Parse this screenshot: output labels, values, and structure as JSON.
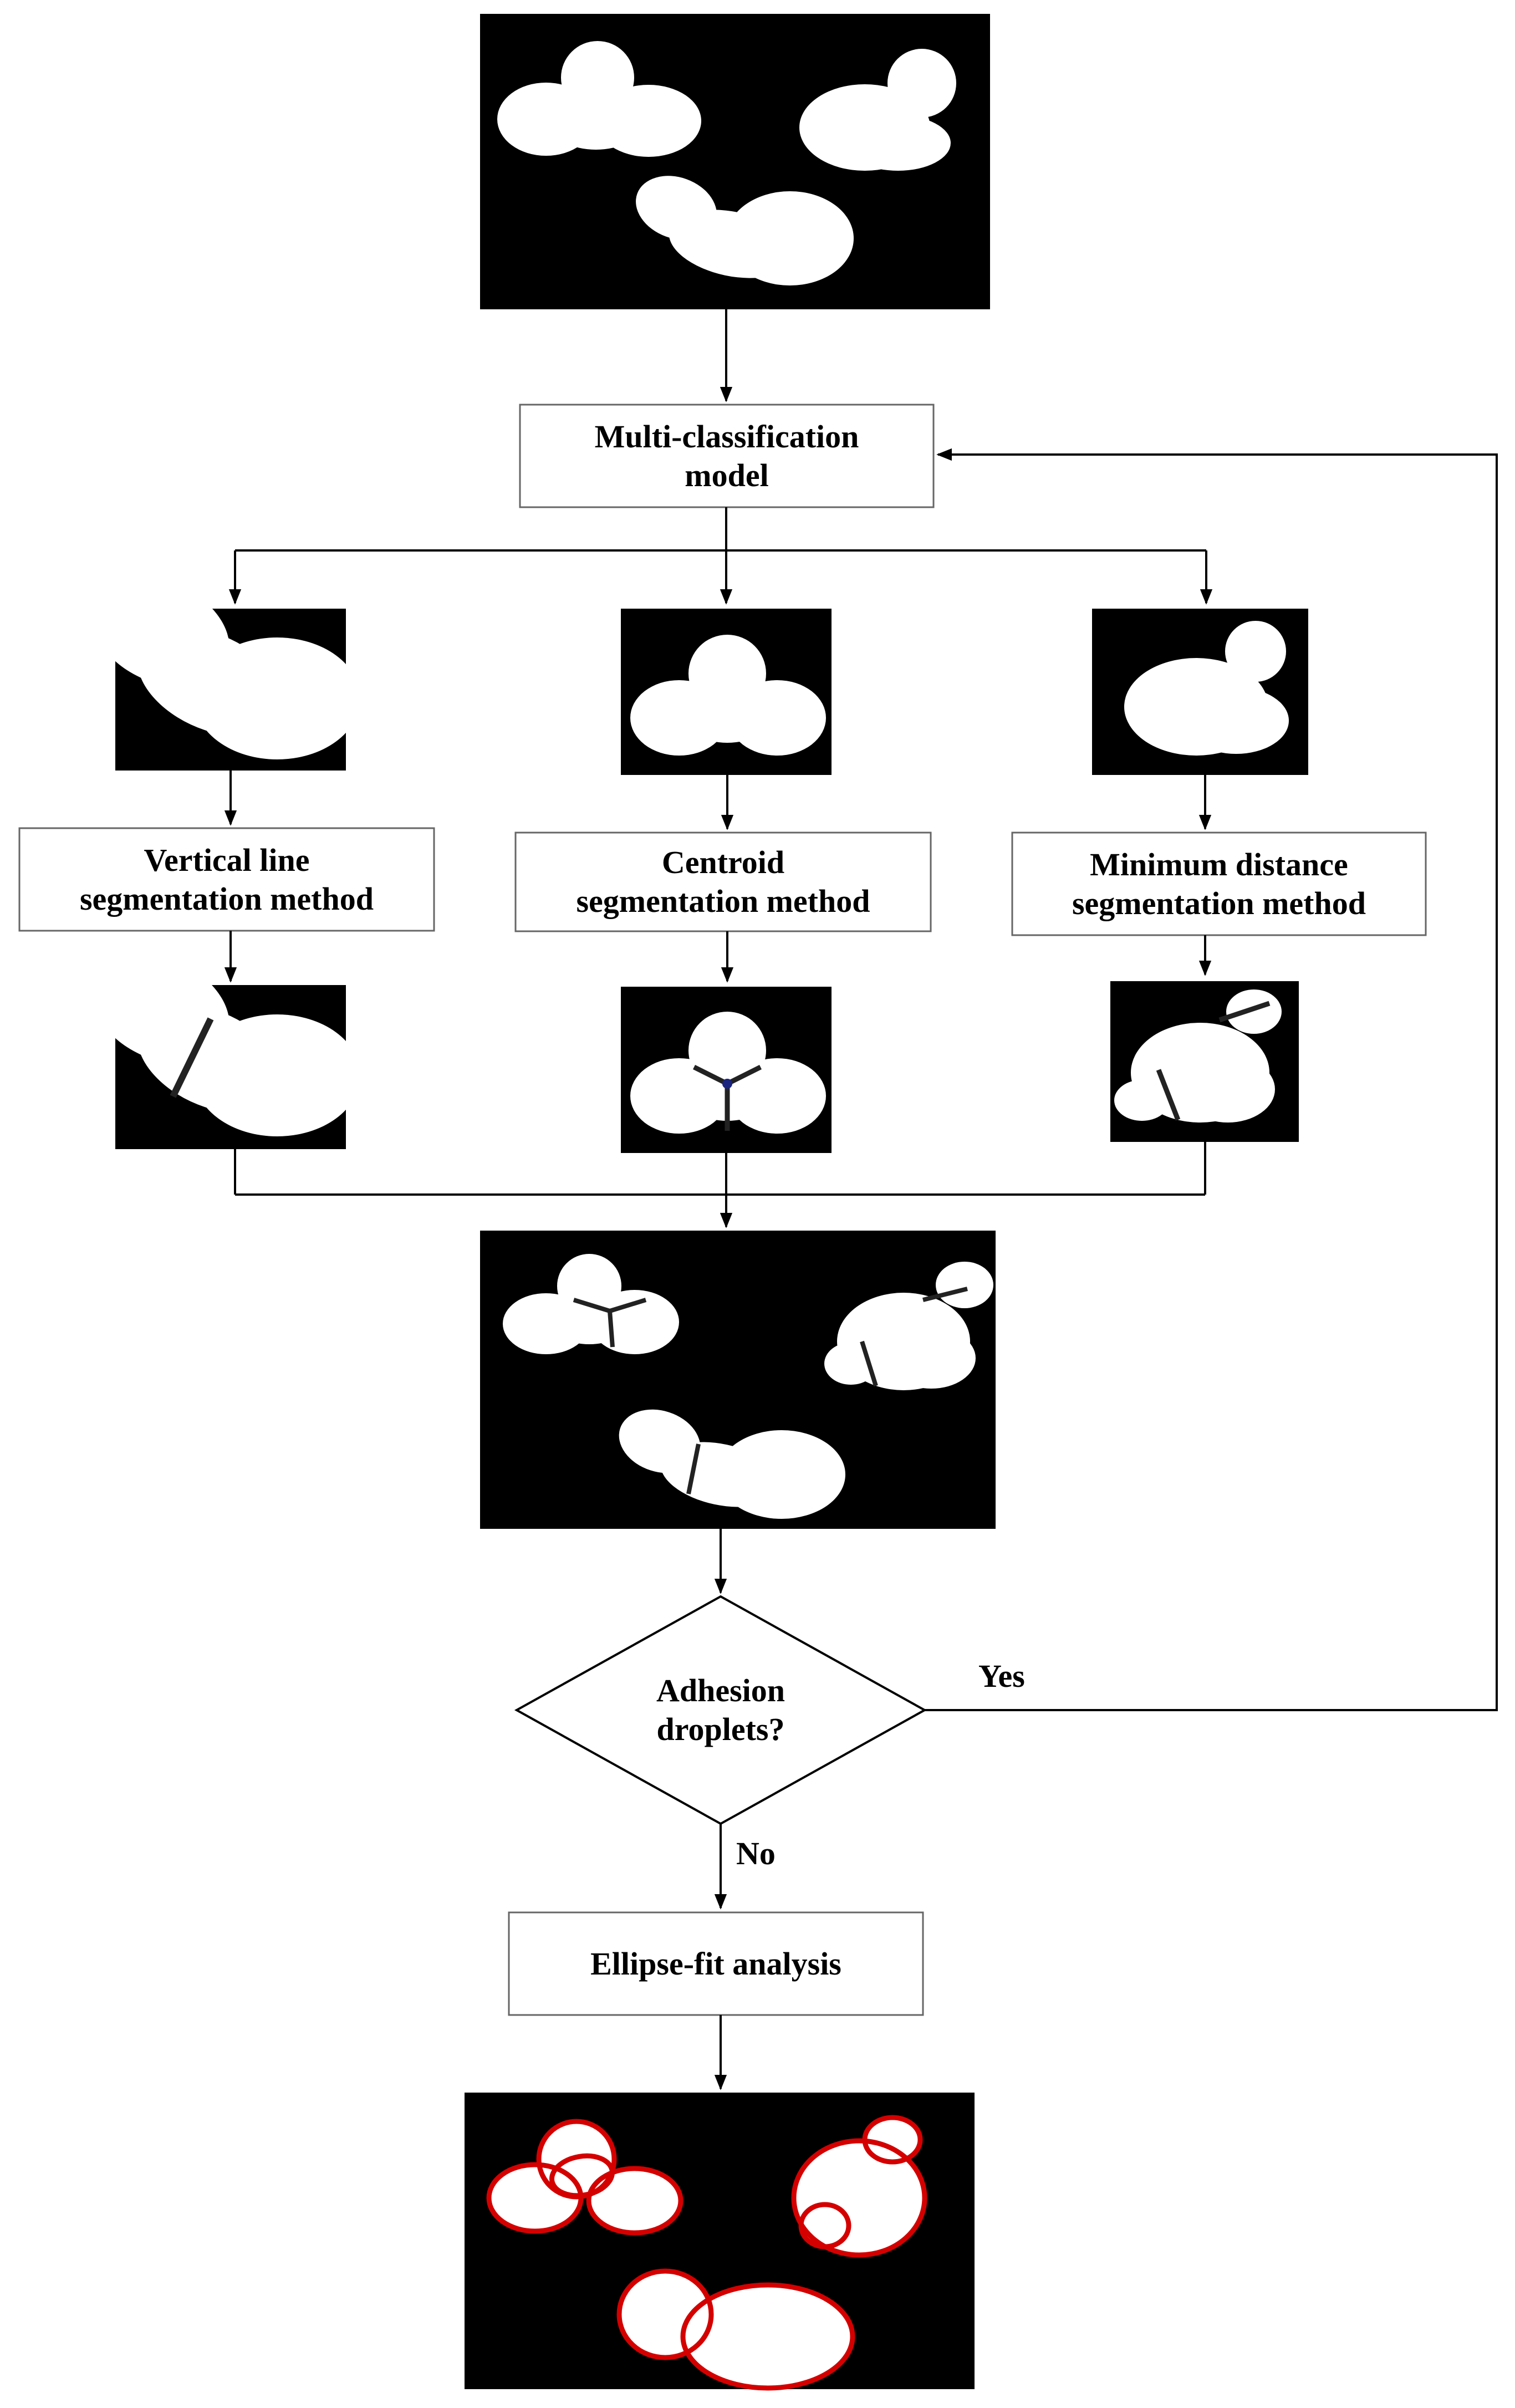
{
  "flowchart": {
    "model_box": {
      "line1": "Multi-classification",
      "line2": "model"
    },
    "methods": [
      {
        "line1": "Vertical line",
        "line2": "segmentation method"
      },
      {
        "line1": "Centroid",
        "line2": "segmentation method"
      },
      {
        "line1": "Minimum distance",
        "line2": "segmentation method"
      }
    ],
    "decision": {
      "line1": "Adhesion",
      "line2": "droplets?"
    },
    "yes_label": "Yes",
    "no_label": "No",
    "analysis_box": {
      "label": "Ellipse-fit analysis"
    }
  },
  "colors": {
    "panel_background": "#000000",
    "droplet": "#ffffff",
    "ellipse_fit": "#d40000",
    "centroid_marker": "#1a237e"
  }
}
